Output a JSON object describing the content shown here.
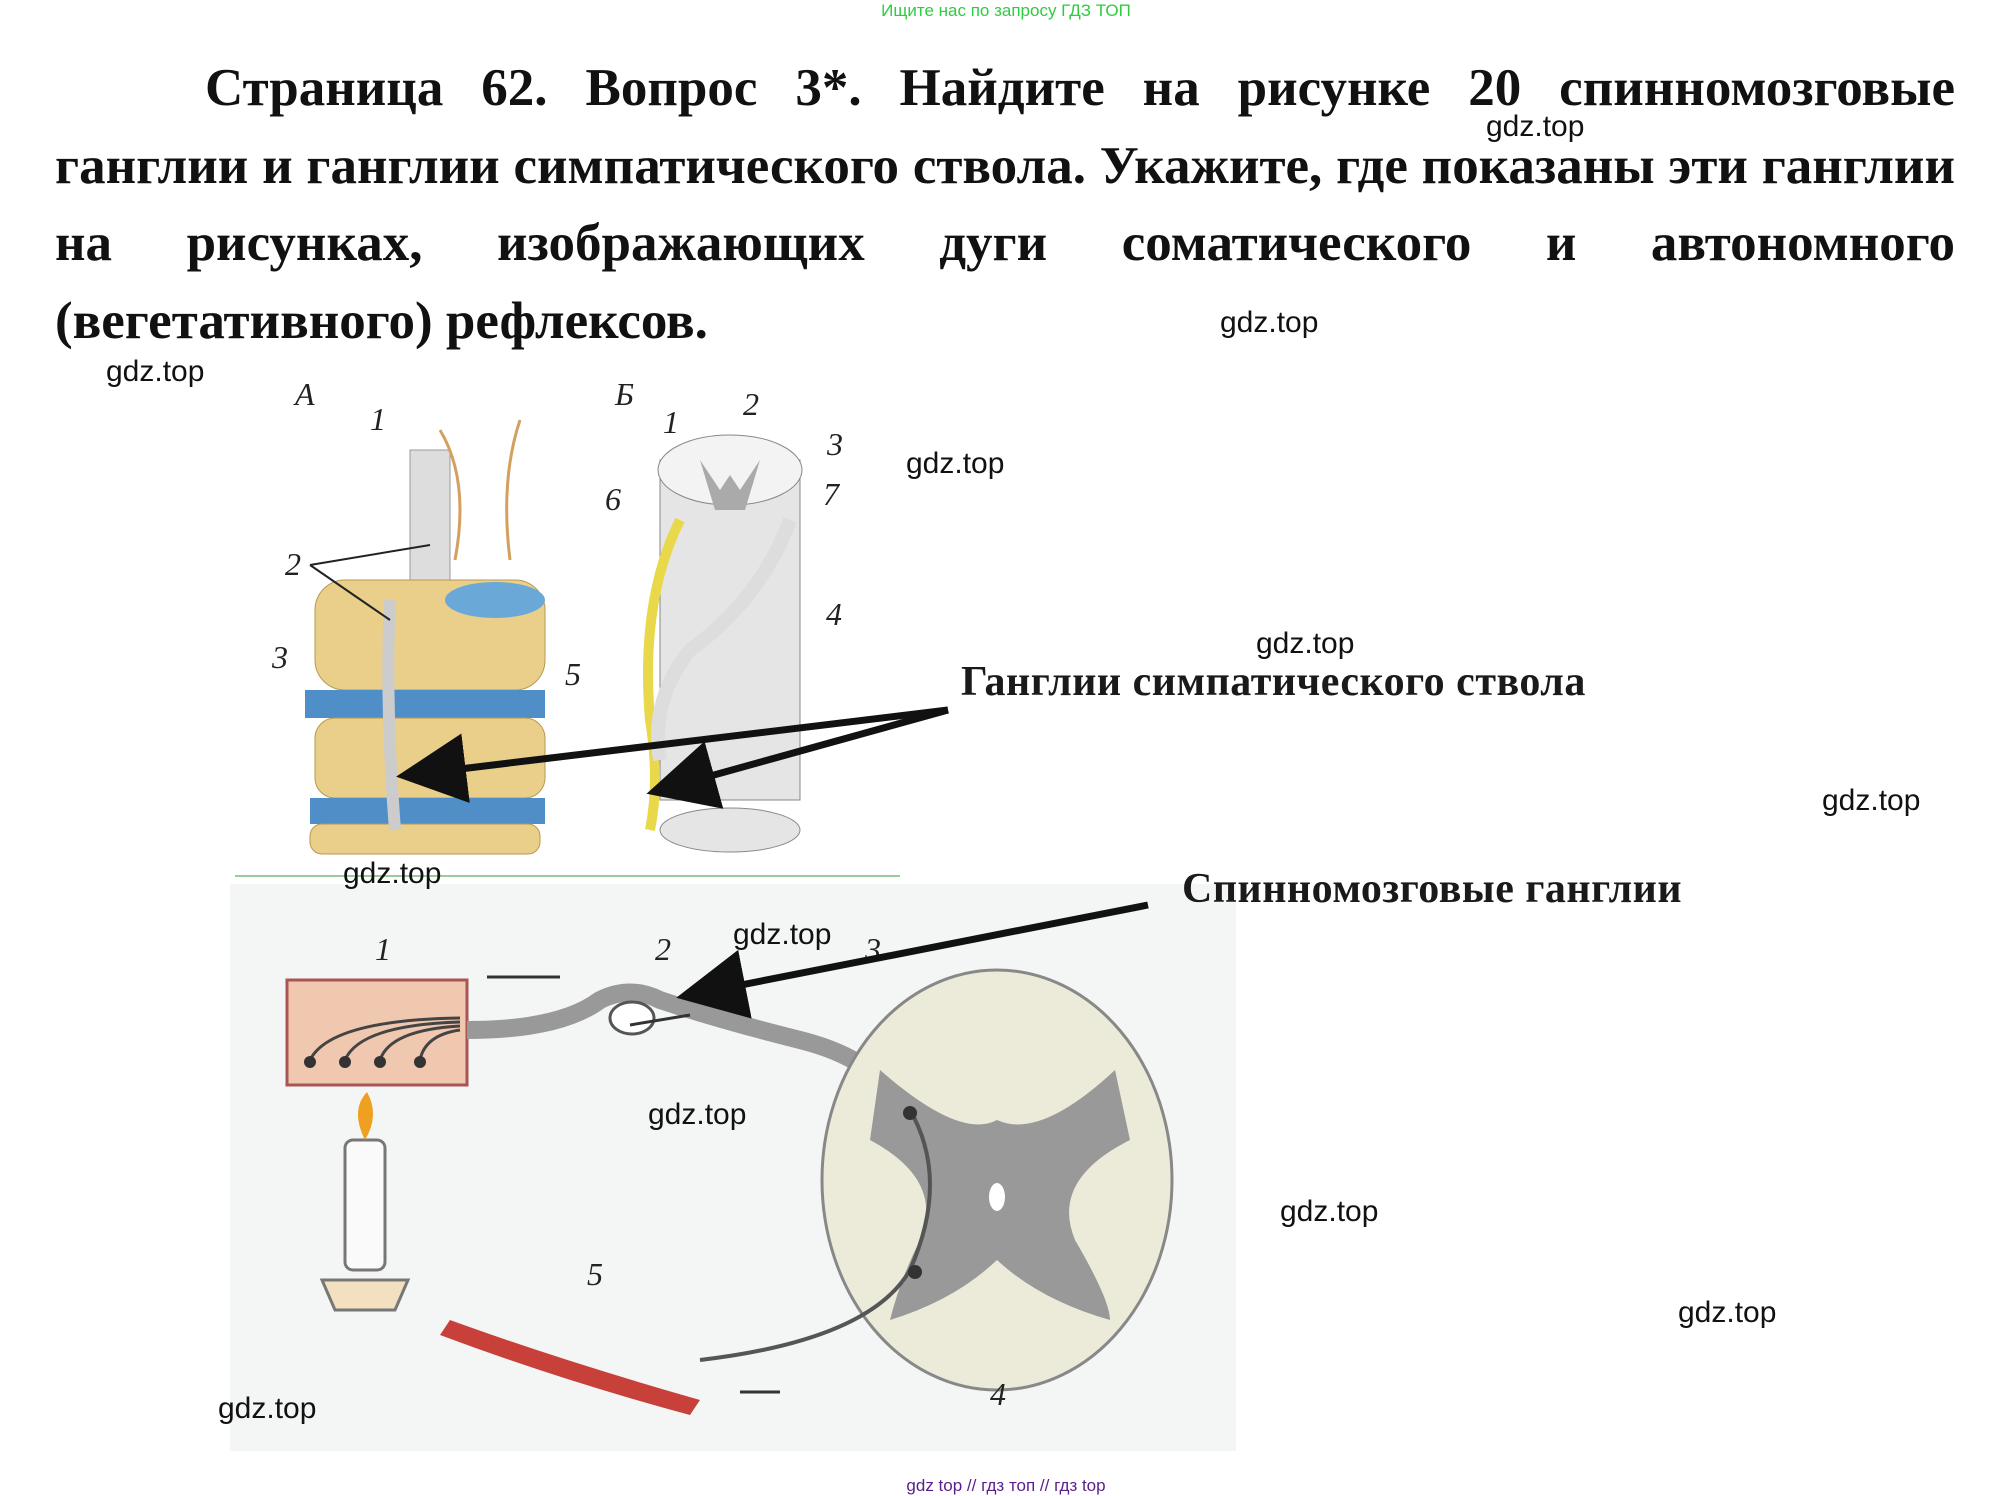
{
  "header_note": "Ищите нас по запросу ГДЗ ТОП",
  "question": "Страница 62. Вопрос 3*. Найдите на рисунке 20 спинномозговые ганглии и ганглии симпатического ствола. Укажите, где показаны эти ганглии на рисунках, изображающих дуги соматического и автономного (вегетативного) рефлексов.",
  "watermark": "gdz.top",
  "figure_top": {
    "panel_a": "А",
    "panel_b": "Б",
    "a_numbers": [
      "1",
      "2",
      "3"
    ],
    "b_numbers": [
      "1",
      "2",
      "3",
      "4",
      "5",
      "6",
      "7"
    ]
  },
  "label_sympathetic": "Ганглии симпатического ствола",
  "label_spinal": "Спинномозговые ганглии",
  "figure_bottom": {
    "numbers": [
      "1",
      "2",
      "3",
      "4",
      "5"
    ]
  },
  "footer": "gdz top  //  гдз топ  //  гдз top"
}
